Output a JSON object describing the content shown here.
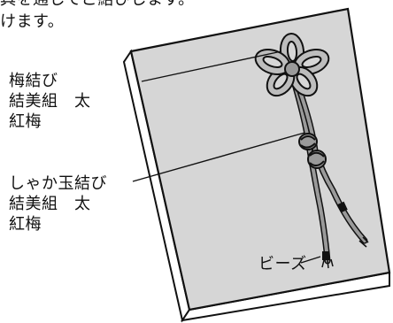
{
  "fragment_text": {
    "line1": "具を通してご結びします。",
    "line2": "けます。"
  },
  "labels": {
    "umemusubi": [
      "梅結び",
      "結美組　太",
      "紅梅"
    ],
    "shakatama": [
      "しゃか玉結び",
      "結美組　太",
      "紅梅"
    ],
    "beads": "ビーズ"
  },
  "colors": {
    "board_face": "#d6d6d6",
    "board_edge": "#ffffff",
    "outline": "#111111",
    "cord_fill": "#9a9a9a",
    "background": "#ffffff"
  }
}
